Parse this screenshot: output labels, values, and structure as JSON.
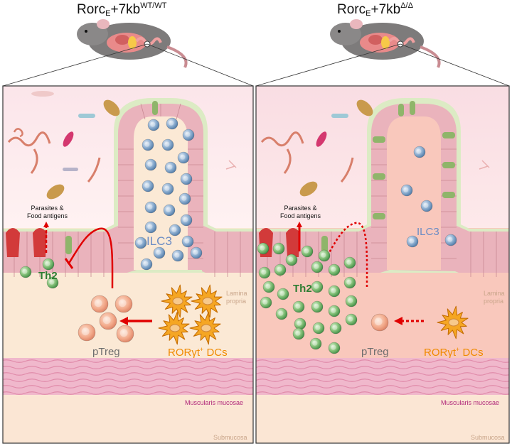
{
  "panels": [
    {
      "title_base": "Rorc",
      "title_sub": "E",
      "title_mid": "+7kb",
      "title_sup": "WT/WT",
      "parasites_line1": "Parasites &",
      "parasites_line2": "Food antigens",
      "ilc3": "ILC3",
      "th2": "Th2",
      "ptreg": "pTreg",
      "dc_prefix": "ROR",
      "dc_gamma": "γt",
      "dc_sup": "+",
      "dc_suffix": " DCs",
      "lamina_line1": "Lamina",
      "lamina_line2": "propria",
      "muscularis": "Muscularis mucosae",
      "submucosa": "Submucosa"
    },
    {
      "title_base": "Rorc",
      "title_sub": "E",
      "title_mid": "+7kb",
      "title_sup": "Δ/Δ",
      "parasites_line1": "Parasites &",
      "parasites_line2": "Food antigens",
      "ilc3": "ILC3",
      "th2": "Th2",
      "ptreg": "pTreg",
      "dc_prefix": "ROR",
      "dc_gamma": "γt",
      "dc_sup": "+",
      "dc_suffix": " DCs",
      "lamina_line1": "Lamina",
      "lamina_line2": "propria",
      "muscularis": "Muscularis mucosae",
      "submucosa": "Submucosa"
    }
  ],
  "colors": {
    "arrow": "#e00000",
    "th2_green": "#2e7d32",
    "ilc3_blue": "#6b8cc4",
    "ptreg_text": "#6e6e6e",
    "dc_orange": "#f08a00",
    "muscularis_text": "#b0287a",
    "tissue_text": "#c9a58a"
  }
}
